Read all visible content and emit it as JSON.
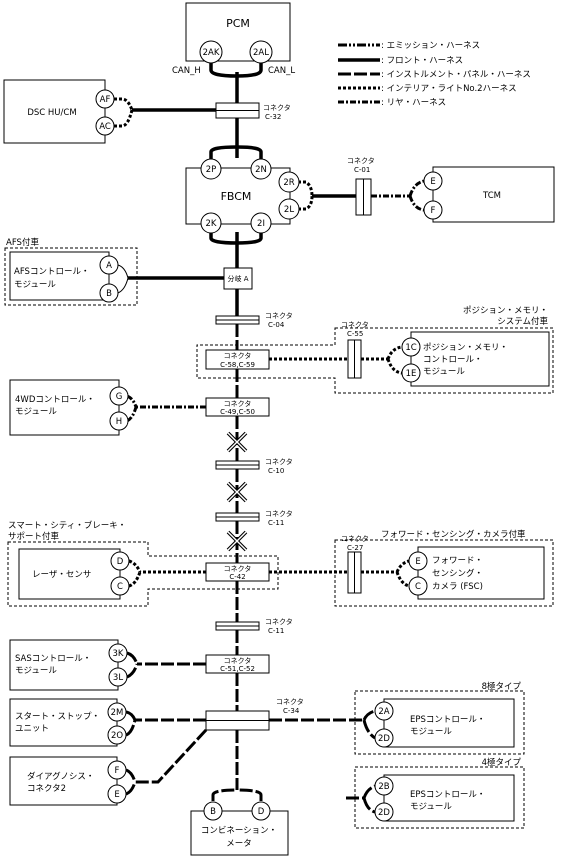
{
  "legend": {
    "emission": ": エミッション・ハーネス",
    "front": ": フロント・ハーネス",
    "instrument": ": インストルメント・パネル・ハーネス",
    "interior": ": インテリア・ライトNo.2ハーネス",
    "rear": ": リヤ・ハーネス"
  },
  "modules": {
    "pcm": {
      "label": "PCM",
      "pins": [
        "2AK",
        "2AL"
      ],
      "can_h": "CAN_H",
      "can_l": "CAN_L"
    },
    "dsc": {
      "label": "DSC HU/CM",
      "pins": [
        "AF",
        "AC"
      ]
    },
    "fbcm": {
      "label": "FBCM",
      "pins": [
        "2P",
        "2N",
        "2R",
        "2L",
        "2K",
        "2I"
      ]
    },
    "tcm": {
      "label": "TCM",
      "pins": [
        "E",
        "F"
      ]
    },
    "afs": {
      "group_label": "AFS付車",
      "line1": "AFSコントロール・",
      "line2": "モジュール",
      "pins": [
        "A",
        "B"
      ]
    },
    "posmem": {
      "group_line1": "ポジション・メモリ・",
      "group_line2": "システム付車",
      "line1": "ポジション・メモリ・",
      "line2": "コントロール・",
      "line3": "モジュール",
      "pins": [
        "1C",
        "1E"
      ]
    },
    "fwd4": {
      "line1": "4WDコントロール・",
      "line2": "モジュール",
      "pins": [
        "G",
        "H"
      ]
    },
    "scbs": {
      "group_line1": "スマート・シティ・ブレーキ・",
      "group_line2": "サポート付車",
      "label": "レーザ・センサ",
      "pins": [
        "D",
        "C"
      ]
    },
    "fsc": {
      "group_label": "フォワード・センシング・カメラ付車",
      "line1": "フォワード・",
      "line2": "センシング・",
      "line3": "カメラ (FSC)",
      "pins": [
        "E",
        "C"
      ]
    },
    "sas": {
      "line1": "SASコントロール・",
      "line2": "モジュール",
      "pins": [
        "3K",
        "3L"
      ]
    },
    "sss": {
      "line1": "スタート・ストップ・",
      "line2": "ユニット",
      "pins": [
        "2M",
        "2O"
      ]
    },
    "diag": {
      "line1": "ダイアグノシス・",
      "line2": "コネクタ2",
      "pins": [
        "F",
        "E"
      ]
    },
    "meter": {
      "line1": "コンビネーション・",
      "line2": "メータ",
      "pins": [
        "B",
        "D"
      ]
    },
    "eps8": {
      "type_label": "8極タイプ",
      "line1": "EPSコントロール・",
      "line2": "モジュール",
      "pins": [
        "2A",
        "2D"
      ]
    },
    "eps4": {
      "type_label": "4極タイプ",
      "line1": "EPSコントロール・",
      "line2": "モジュール",
      "pins": [
        "2B",
        "2D"
      ]
    }
  },
  "connectors": {
    "word": "コネクタ",
    "c32": "C-32",
    "c01": "C-01",
    "c04": "C-04",
    "c55": "C-55",
    "c58": "C-58,C-59",
    "c49": "C-49,C-50",
    "c10": "C-10",
    "c11a": "C-11",
    "c27": "C-27",
    "c42": "C-42",
    "c11b": "C-11",
    "c51": "C-51,C-52",
    "c34": "C-34",
    "branch_a": "分岐 A"
  }
}
